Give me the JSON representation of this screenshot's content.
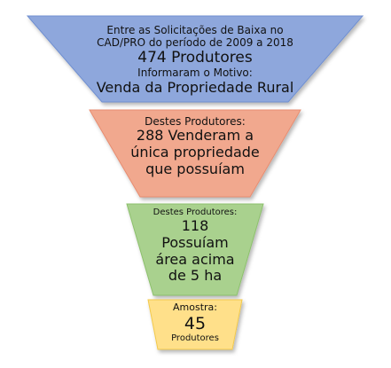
{
  "funnel": {
    "stages": [
      {
        "fill": "#8ea7dc",
        "stroke": "#6f8fd0",
        "lines": [
          "Entre as Solicitações de Baixa no",
          "CAD/PRO do período de 2009 a 2018",
          "474 Produtores",
          "Informaram o Motivo:",
          "Venda da Propriedade Rural"
        ]
      },
      {
        "fill": "#f1a88e",
        "stroke": "#e78c70",
        "lines": [
          "Destes Produtores:",
          "288 Venderam a",
          "única propriedade",
          "que possuíam"
        ]
      },
      {
        "fill": "#a9d18e",
        "stroke": "#8cc06c",
        "lines": [
          "Destes Produtores:",
          "118",
          "Possuíam",
          "área acima",
          "de 5 ha"
        ]
      },
      {
        "fill": "#ffe08a",
        "stroke": "#f2c94c",
        "lines": [
          "Amostra:",
          "45",
          "Produtores"
        ]
      }
    ]
  }
}
